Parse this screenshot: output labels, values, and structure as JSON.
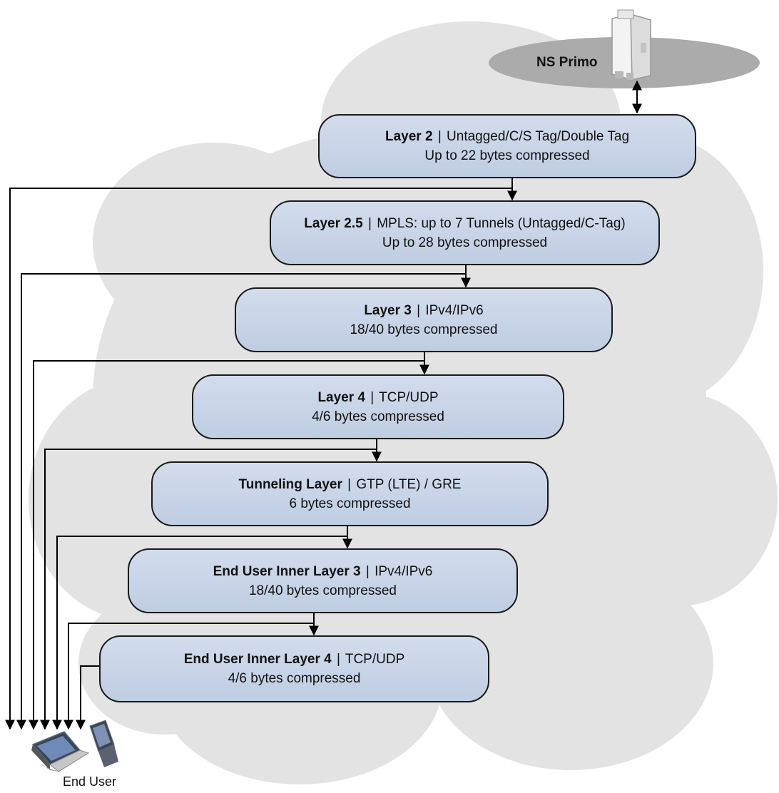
{
  "primo": {
    "label": "NS Primo"
  },
  "layers": [
    {
      "name": "Layer 2",
      "detail": "Untagged/C/S Tag/Double Tag",
      "compression": "Up to 22 bytes compressed"
    },
    {
      "name": "Layer 2.5",
      "detail": "MPLS: up to 7 Tunnels (Untagged/C-Tag)",
      "compression": "Up to 28 bytes compressed"
    },
    {
      "name": "Layer 3",
      "detail": "IPv4/IPv6",
      "compression": "18/40 bytes compressed"
    },
    {
      "name": "Layer 4",
      "detail": "TCP/UDP",
      "compression": "4/6 bytes compressed"
    },
    {
      "name": "Tunneling Layer",
      "detail": "GTP (LTE) / GRE",
      "compression": "6 bytes compressed"
    },
    {
      "name": "End User Inner Layer 3",
      "detail": "IPv4/IPv6",
      "compression": "18/40 bytes compressed"
    },
    {
      "name": "End User Inner Layer 4",
      "detail": "TCP/UDP",
      "compression": "4/6 bytes compressed"
    }
  ],
  "separator": "|",
  "end_user": {
    "label": "End User"
  },
  "colors": {
    "cloud": "#e4e4e4",
    "box_fill": "#c8d4e8",
    "ellipse": "#a9a9a9",
    "line": "#000000"
  },
  "icons": [
    "radio-unit-icon",
    "laptop-icon",
    "handheld-device-icon"
  ]
}
